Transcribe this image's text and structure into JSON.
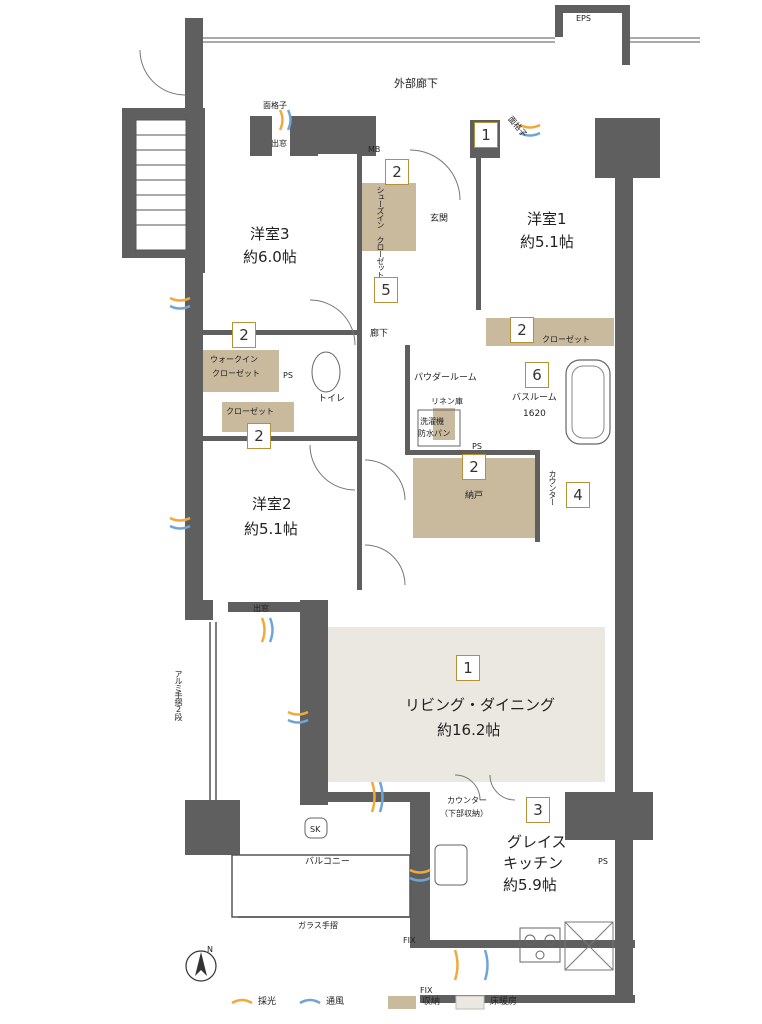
{
  "rooms": {
    "outside_corridor": "外部廊下",
    "eps": "EPS",
    "mb": "MB",
    "lattice_top_left": "面格子",
    "lattice_top_right": "面格子",
    "bay_window_top": "出窓",
    "bay_window_mid": "出窓",
    "room3_name": "洋室3",
    "room3_size": "約6.0帖",
    "room1_name": "洋室1",
    "room1_size": "約5.1帖",
    "room2_name": "洋室2",
    "room2_size": "約5.1帖",
    "entrance": "玄関",
    "shoes_closet": "シューズイン クローゼット",
    "corridor": "廊下",
    "walkin_closet_1": "ウォークイン",
    "walkin_closet_2": "クローゼット",
    "closet_left": "クローゼット",
    "closet_right": "クローゼット",
    "ps_left": "PS",
    "ps_mid": "PS",
    "ps_right": "PS",
    "toilet": "トイレ",
    "powder_room": "パウダールーム",
    "linen": "リネン庫",
    "washer_1": "洗濯機",
    "washer_2": "防水パン",
    "bathroom_name": "バスルーム",
    "bathroom_size": "1620",
    "storeroom": "納戸",
    "counter_vertical": "カウンター",
    "living_name": "リビング・ダイニング",
    "living_size": "約16.2帖",
    "counter_kitchen_1": "カウンター",
    "counter_kitchen_2": "（下部収納）",
    "kitchen_1": "グレイス",
    "kitchen_2": "キッチン",
    "kitchen_size": "約5.9帖",
    "sk": "SK",
    "balcony": "バルコニー",
    "glass_rail": "ガラス手摺",
    "alumi_rail": "アルミ手摺2段",
    "fix_1": "FIX",
    "fix_2": "FIX",
    "north": "N"
  },
  "numbers": {
    "entrance_num": "1",
    "shoes_num": "2",
    "corridor_num": "5",
    "walkin_num": "2",
    "closet_left_num": "2",
    "closet_right_num": "2",
    "bath_num": "6",
    "storeroom_num": "2",
    "counter_num": "4",
    "living_num": "1",
    "kitchen_num": "3"
  },
  "legend": {
    "light": "採光",
    "wind": "通風",
    "storage": "収納",
    "floor_heating": "床暖房"
  },
  "colors": {
    "wall": "#5f5f5f",
    "storage": "#c9b99d",
    "floor_heating": "#ebe8e1",
    "light": "#f2a93b",
    "wind": "#6fa5d6",
    "number_border": "#b8903a"
  }
}
